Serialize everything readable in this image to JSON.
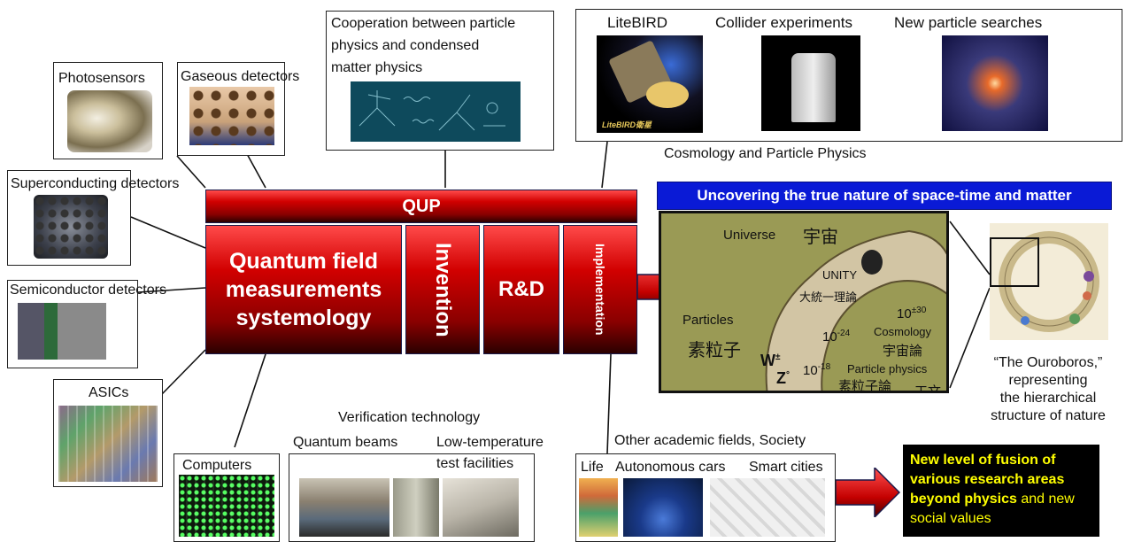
{
  "center": {
    "qup": "QUP",
    "main_lines": [
      "Quantum field",
      "measurements",
      "systemology"
    ],
    "invention": "Invention",
    "rnd": "R&D",
    "implementation": "Implementation"
  },
  "detectors": {
    "photosensors": "Photosensors",
    "gaseous": "Gaseous detectors",
    "superconducting": "Superconducting detectors",
    "semiconductor": "Semiconductor detectors",
    "asics": "ASICs",
    "computers": "Computers"
  },
  "cooperation": {
    "title_lines": [
      "Cooperation between particle",
      "physics and condensed",
      "matter physics"
    ]
  },
  "cosmology": {
    "items": [
      "LiteBIRD",
      "Collider experiments",
      "New particle searches"
    ],
    "caption": "Cosmology and Particle Physics",
    "satellite_caption": "LiteBIRD衛星"
  },
  "verification": {
    "title": "Verification technology",
    "beams": "Quantum beams",
    "lowtemp_lines": [
      "Low-temperature",
      "test facilities"
    ]
  },
  "other": {
    "title": "Other academic fields, Society",
    "items": [
      "Life",
      "Autonomous cars",
      "Smart cities"
    ]
  },
  "uncovering": {
    "banner": "Uncovering the true nature of space-time and matter",
    "universe": "Universe",
    "universe_jp": "宇宙",
    "unity": "UNITY",
    "unity_jp": "大統一理論",
    "particles": "Particles",
    "particles_jp": "素粒子",
    "w": "W",
    "w_sup": "±",
    "z": "Z",
    "z_sup": "°",
    "e30": "10",
    "e30_sup": "±30",
    "e24": "10",
    "e24_sup": "-24",
    "e18": "10",
    "e18_sup": "-18",
    "cosmology": "Cosmology",
    "cosmology_jp": "宇宙論",
    "particle_physics": "Particle physics",
    "particle_physics_jp": "素粒子論",
    "partial_jp": "工文"
  },
  "ouroboros": {
    "caption_lines": [
      "“The Ouroboros,”",
      "representing",
      "the hierarchical",
      "structure of nature"
    ]
  },
  "fusion": {
    "line1": "New level of fusion of",
    "line2": "various research areas",
    "line3_bold": "beyond physics",
    "line3_rest": " and new",
    "line4": "social values"
  },
  "colors": {
    "red": "#d10000",
    "banner_blue": "#0a1ad6",
    "fusion_yellow": "#ffff00",
    "olive": "#9a9a55"
  }
}
